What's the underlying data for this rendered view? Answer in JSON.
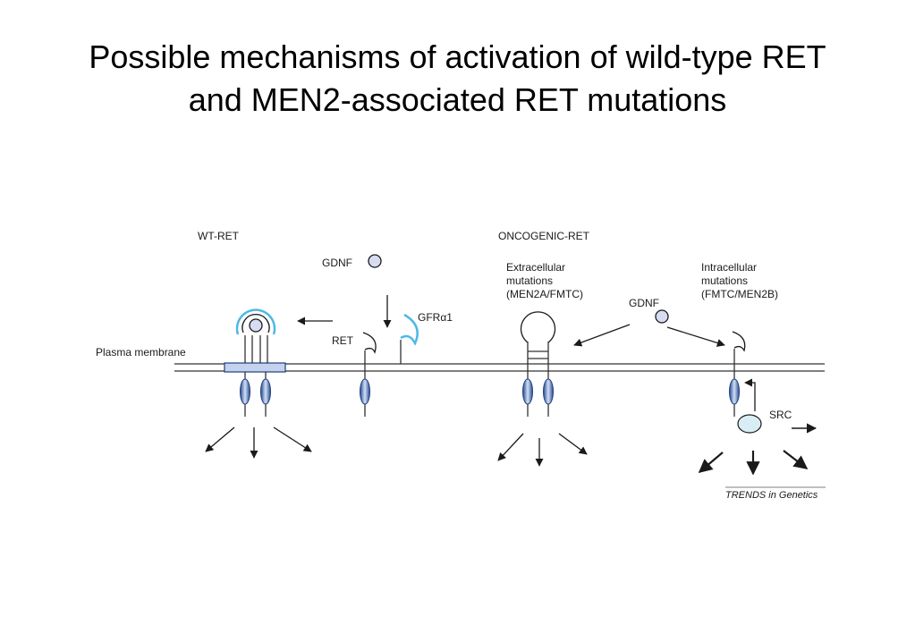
{
  "title": {
    "line1": "Possible mechanisms of activation of wild-type RET",
    "line2": "and MEN2-associated RET mutations"
  },
  "figure": {
    "wt_heading": "WT-RET",
    "onco_heading": "ONCOGENIC-RET",
    "gdnf_left": "GDNF",
    "gdnf_center": "GDNF",
    "gfra1": "GFRα1",
    "ret": "RET",
    "plasma_membrane": "Plasma membrane",
    "extracellular": [
      "Extracellular",
      "mutations",
      "(MEN2A/FMTC)"
    ],
    "intracellular": [
      "Intracellular",
      "mutations",
      "(FMTC/MEN2B)"
    ],
    "src": "SRC",
    "caption": "TRENDS in Genetics"
  },
  "colors": {
    "receptor_blue": "#3f64b0",
    "receptor_light": "#cfe0f7",
    "gfr_cyan": "#4fb8e6",
    "ligand_fill": "#d8dcf2",
    "src_fill": "#d9eef4"
  }
}
